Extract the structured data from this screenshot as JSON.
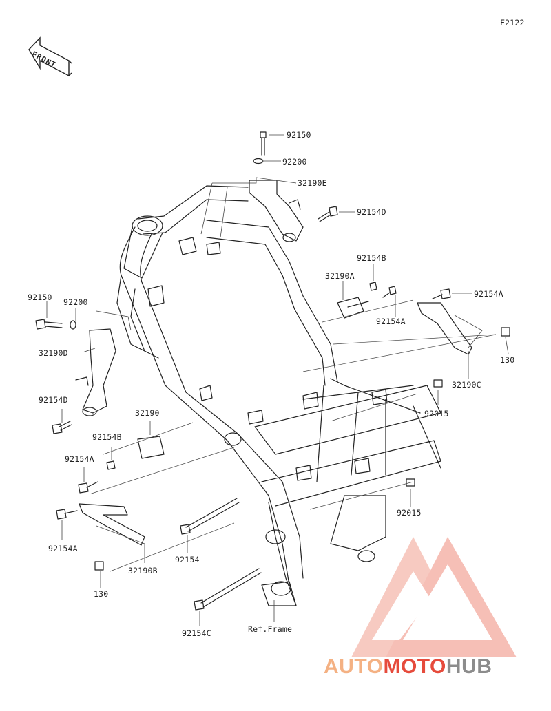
{
  "diagram": {
    "code": "F2122",
    "front_marker": "FRONT",
    "ref_label": "Ref.Frame",
    "parts": [
      {
        "id": "p1",
        "label": "92150"
      },
      {
        "id": "p2",
        "label": "92200"
      },
      {
        "id": "p3",
        "label": "32190E"
      },
      {
        "id": "p4",
        "label": "92154D"
      },
      {
        "id": "p5",
        "label": "92154B"
      },
      {
        "id": "p6",
        "label": "32190A"
      },
      {
        "id": "p7",
        "label": "92154A"
      },
      {
        "id": "p8",
        "label": "92154A"
      },
      {
        "id": "p9",
        "label": "92150"
      },
      {
        "id": "p10",
        "label": "92200"
      },
      {
        "id": "p11",
        "label": "32190D"
      },
      {
        "id": "p12",
        "label": "130"
      },
      {
        "id": "p13",
        "label": "32190C"
      },
      {
        "id": "p14",
        "label": "92154D"
      },
      {
        "id": "p15",
        "label": "92015"
      },
      {
        "id": "p16",
        "label": "32190"
      },
      {
        "id": "p17",
        "label": "92154B"
      },
      {
        "id": "p18",
        "label": "92154A"
      },
      {
        "id": "p19",
        "label": "92015"
      },
      {
        "id": "p20",
        "label": "92154A"
      },
      {
        "id": "p21",
        "label": "32190B"
      },
      {
        "id": "p22",
        "label": "92154"
      },
      {
        "id": "p23",
        "label": "130"
      },
      {
        "id": "p24",
        "label": "92154C"
      }
    ]
  },
  "watermark": {
    "part1": "AUTO",
    "part2": "MOTO",
    "part3": "HUB",
    "colors": {
      "light": "#f4b183",
      "red": "#e64b3c",
      "gray": "#8c8c8c"
    }
  }
}
